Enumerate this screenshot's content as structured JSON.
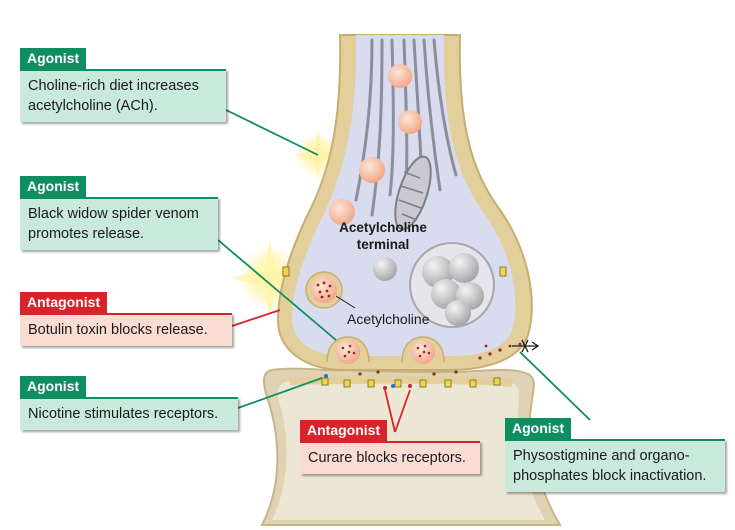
{
  "terminal_label_line1": "Acetylcholine",
  "terminal_label_line2": "terminal",
  "vesicle_label": "Acetylcholine",
  "callouts": [
    {
      "tag": "Agonist",
      "line1": "Choline-rich diet increases",
      "line2": "acetylcholine (ACh)."
    },
    {
      "tag": "Agonist",
      "line1": "Black widow spider venom",
      "line2": "promotes release."
    },
    {
      "tag": "Antagonist",
      "line1": "Botulin toxin blocks release."
    },
    {
      "tag": "Agonist",
      "line1": "Nicotine stimulates receptors."
    },
    {
      "tag": "Antagonist",
      "line1": "Curare blocks receptors."
    },
    {
      "tag": "Agonist",
      "line1": "Physostigmine and organo-",
      "line2": "phosphates block inactivation."
    }
  ],
  "colors": {
    "agonist": "#0f8e62",
    "antagonist": "#d8232a",
    "agonist_box": "#c9e9dc",
    "antagonist_box": "#fbdcd3",
    "membrane": "#e3cf9c",
    "cytoplasm": "#d9dcef"
  }
}
